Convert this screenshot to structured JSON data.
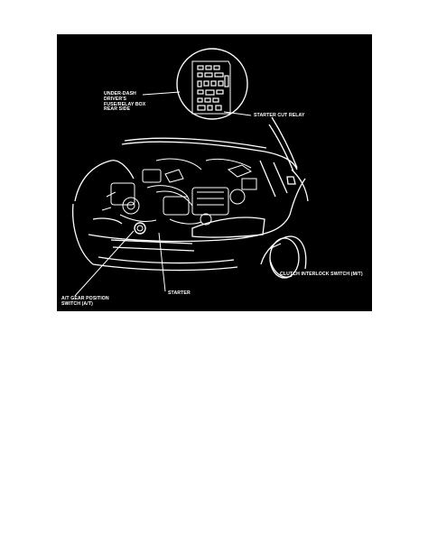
{
  "diagram": {
    "background": "#000000",
    "line_color": "#ffffff",
    "labels": {
      "fuse_box": "UNDER-DASH\nDRIVER'S\nFUSE/RELAY BOX\nREAR SIDE",
      "starter_cut_relay": "STARTER CUT RELAY",
      "clutch_interlock": "CLUTCH INTERLOCK SWITCH (M/T)",
      "starter": "STARTER",
      "at_gear_position": "A/T GEAR POSITION\nSWITCH (A/T)"
    }
  }
}
